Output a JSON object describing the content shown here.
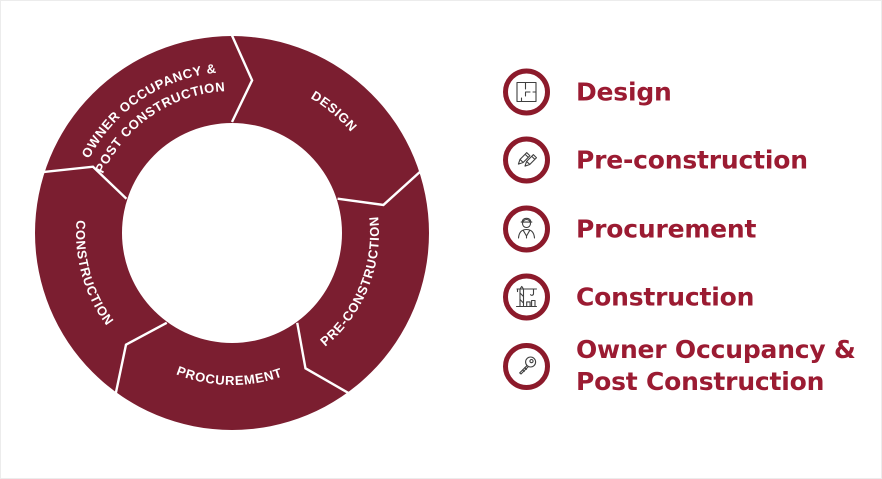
{
  "colors": {
    "background": "#ffffff",
    "page_edge": "#ececec",
    "wheel_fill": "#7B1E30",
    "wheel_divider": "#ffffff",
    "wheel_label": "#ffffff",
    "legend_text": "#9B1B32",
    "icon_ring": "#8C1A2B",
    "icon_glyph": "#3F3F3F"
  },
  "wheel": {
    "boundaries_deg": [
      0,
      72,
      144,
      216,
      288
    ],
    "segments": [
      {
        "id": "design",
        "label_lines": [
          "DESIGN"
        ],
        "mid_angle": 40,
        "orientation": "outward",
        "radii": [
          156
        ]
      },
      {
        "id": "pre-construction",
        "label_lines": [
          "PRE-CONSTRUCTION"
        ],
        "mid_angle": 112,
        "orientation": "inward",
        "radii": [
          147
        ]
      },
      {
        "id": "procurement",
        "label_lines": [
          "PROCUREMENT"
        ],
        "mid_angle": 181,
        "orientation": "inward",
        "radii": [
          152
        ]
      },
      {
        "id": "construction",
        "label_lines": [
          "CONSTRUCTION"
        ],
        "mid_angle": 254,
        "orientation": "inward",
        "radii": [
          156
        ]
      },
      {
        "id": "owner-occupancy",
        "label_lines": [
          "OWNER OCCUPANCY &",
          "POST CONSTRUCTION"
        ],
        "mid_angle": 326,
        "orientation": "outward",
        "radii": [
          161,
          142
        ]
      }
    ]
  },
  "legend": {
    "items": [
      {
        "id": "design",
        "icon": "floor-plan-icon",
        "label": "Design"
      },
      {
        "id": "pre-construction",
        "icon": "pencils-icon",
        "label": "Pre-construction"
      },
      {
        "id": "procurement",
        "icon": "worker-icon",
        "label": "Procurement"
      },
      {
        "id": "construction",
        "icon": "crane-icon",
        "label": "Construction"
      },
      {
        "id": "owner-occupancy",
        "icon": "key-icon",
        "label": "Owner Occupancy &\nPost Construction"
      }
    ]
  }
}
